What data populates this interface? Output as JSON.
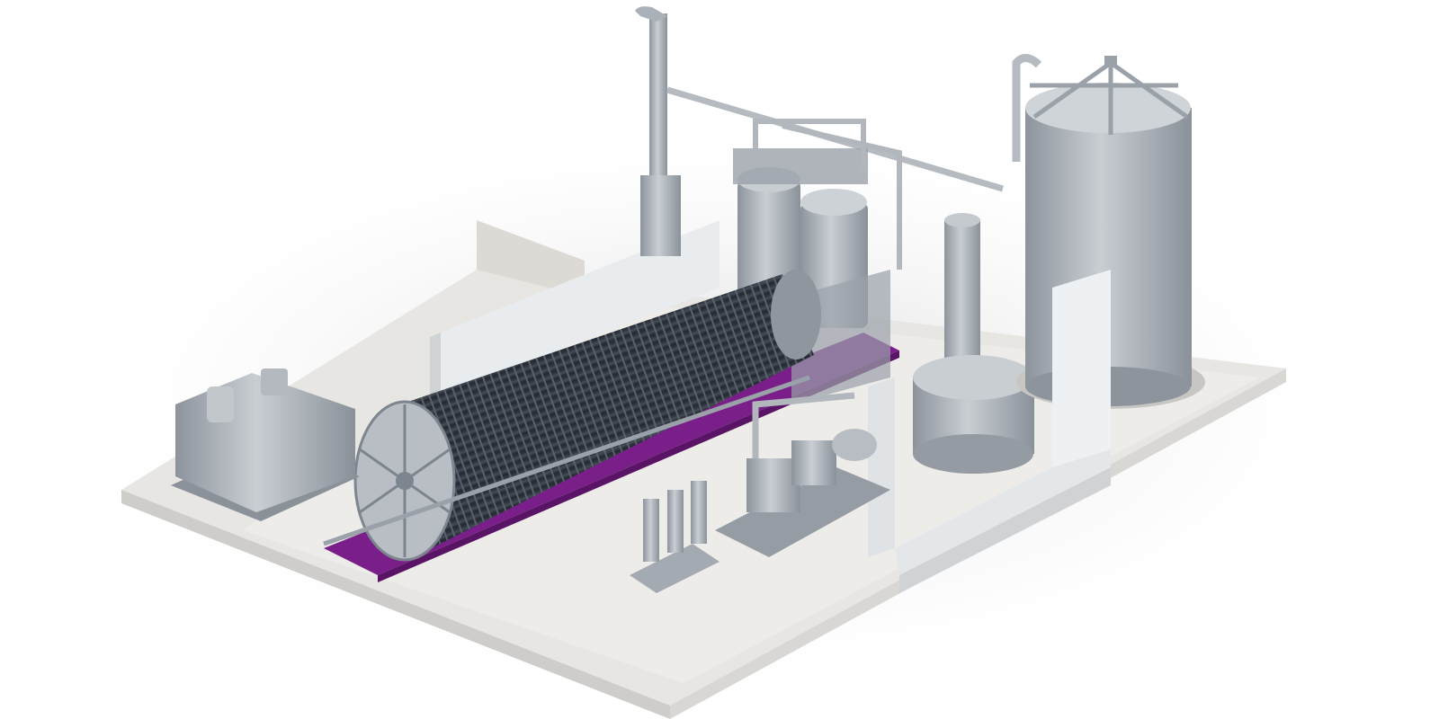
{
  "scene": {
    "colors": {
      "background": "#ffffff",
      "platform": "#e6e4e1",
      "platform_side": "#cfcdca",
      "wall": "#eceff1",
      "equipment": "#a9b0b8",
      "equipment_dark": "#7d858e",
      "stack": "#2c3138",
      "rail_accent": "#7a1f8a"
    },
    "icons": [
      "transformer",
      "electrolyser-stack",
      "separator-tanks",
      "exhaust-stack",
      "storage-silo",
      "scrubber-column",
      "pump-skid",
      "filter-units"
    ]
  }
}
